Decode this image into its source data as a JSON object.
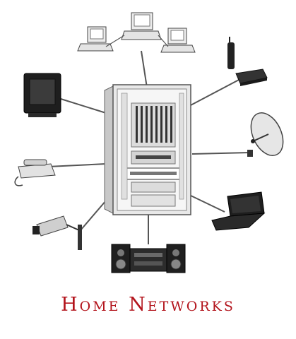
{
  "caption": "Home Networks",
  "colors": {
    "caption": "#b3141c",
    "lines": "#555555",
    "device_dark": "#1e1e1e",
    "device_light": "#e4e4e4"
  },
  "nodes": [
    {
      "id": "hub",
      "icon": "structured-wiring-panel-icon"
    },
    {
      "id": "computers",
      "icon": "networked-computers-icon"
    },
    {
      "id": "television",
      "icon": "television-icon"
    },
    {
      "id": "cordless-phone",
      "icon": "cordless-phone-and-base-icon"
    },
    {
      "id": "satellite-dish",
      "icon": "satellite-dish-icon"
    },
    {
      "id": "telephone",
      "icon": "telephone-icon"
    },
    {
      "id": "laptop",
      "icon": "laptop-icon"
    },
    {
      "id": "security-camera",
      "icon": "security-camera-icon"
    },
    {
      "id": "stereo",
      "icon": "stereo-system-icon"
    }
  ]
}
